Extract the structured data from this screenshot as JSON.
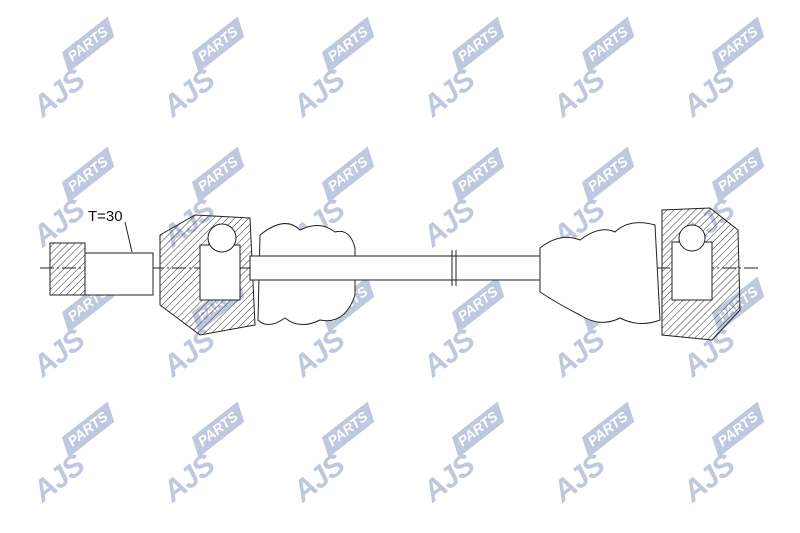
{
  "watermark": {
    "brand": "AJS",
    "sub": "PARTS",
    "color": "#8a9cc4"
  },
  "drawing": {
    "dimension_label": "T=30"
  }
}
